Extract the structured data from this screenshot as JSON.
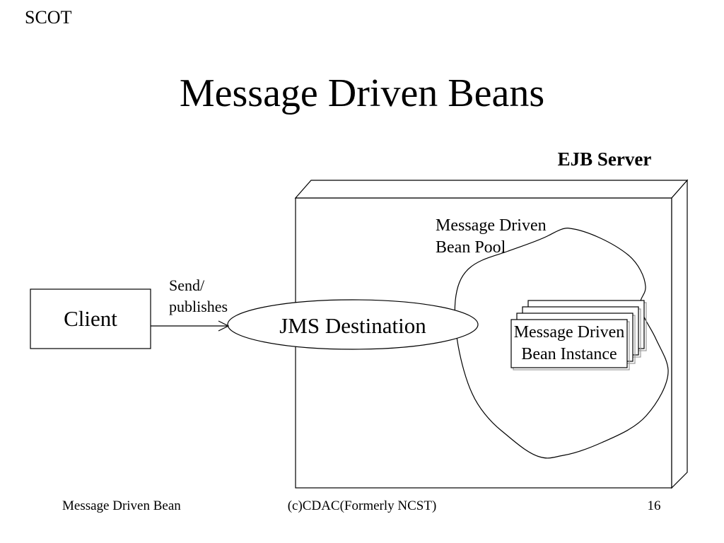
{
  "slide": {
    "brand": "SCOT",
    "title": "Message Driven Beans",
    "footer": {
      "left": "Message Driven Bean",
      "center": "(c)CDAC(Formerly NCST)",
      "page_number": "16"
    }
  },
  "diagram": {
    "ejb_server_label": "EJB Server",
    "pool_label": "Message Driven\nBean Pool",
    "client_label": "Client",
    "arrow_label": "Send/\npublishes",
    "jms_destination_label": "JMS Destination",
    "bean_instance_label": "Message Driven\nBean Instance",
    "bean_instance_stack_count": 4,
    "colors": {
      "ink": "#000000",
      "background": "#ffffff",
      "card_shadow": "#999999"
    }
  }
}
